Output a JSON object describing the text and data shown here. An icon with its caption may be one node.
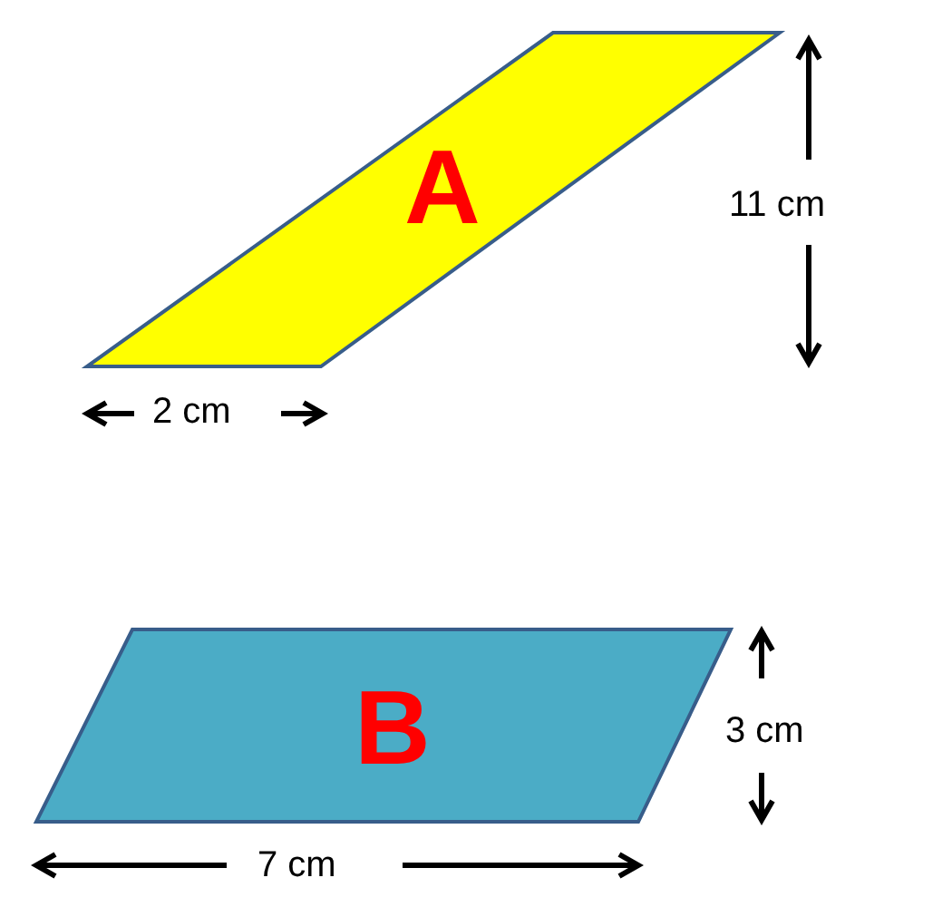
{
  "diagram": {
    "nodes": [
      {
        "text": [
          "A"
        ]
      },
      {
        "text": [
          "B"
        ]
      }
    ],
    "labels": [
      "11 cm",
      "2 cm",
      "3 cm",
      "7 cm"
    ]
  }
}
